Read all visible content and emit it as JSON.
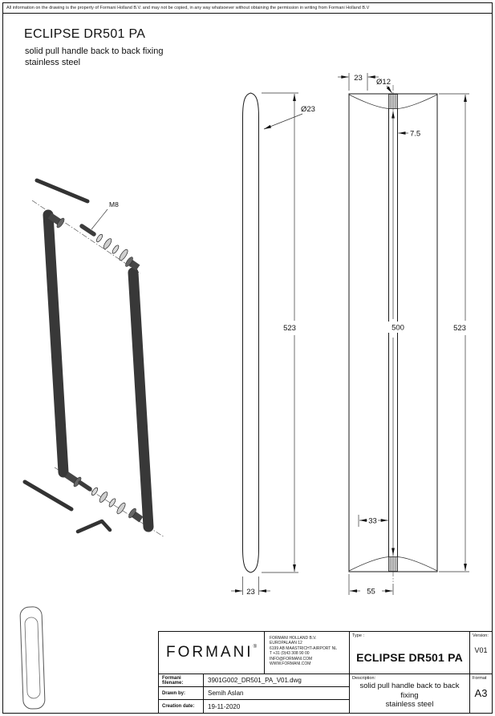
{
  "sheet": {
    "disclaimer": "All information on the drawing is the property of Formani Holland B.V. and may not be copied, in any way whatsoever without obtaining the permission in writing from Formani Holland B.V",
    "title": "ECLIPSE DR501 PA",
    "subtitle1": "solid pull handle back to back fixing",
    "subtitle2": "stainless steel"
  },
  "dims": {
    "m8": "M8",
    "side_dia": "Ø23",
    "side_len": "523",
    "side_width": "23",
    "front_tube": "23",
    "screw_dia": "Ø12",
    "screw_offset": "7.5",
    "hole_span": "500",
    "front_len": "523",
    "bottom_inner": "33",
    "bottom_width": "55"
  },
  "titleblock": {
    "logo": "FORMANI",
    "logo_mark": "®",
    "company": {
      "lines": [
        "FORMANI HOLLAND B.V.",
        "EUROPALAAN 12",
        "6199 AB MAASTRICHT-AIRPORT NL",
        "T +31 (0)43 308 90 00",
        "INFO@FORMANI.COM",
        "WWW.FORMANI.COM"
      ]
    },
    "type_label": "Type :",
    "type_value": "ECLIPSE DR501 PA",
    "version_label": "Version:",
    "version_value": "V01",
    "filename_label": "Formani filename:",
    "filename_value": "3901G002_DR501_PA_V01.dwg",
    "drawnby_label": "Drawn by:",
    "drawnby_value": "Semih Aslan",
    "date_label": "Creation date:",
    "date_value": "19-11-2020",
    "desc_label": "Description:",
    "desc_line1": "solid pull handle back to back",
    "desc_line2": "fixing",
    "desc_line3": "stainless steel",
    "format_label": "Format",
    "format_value": "A3"
  }
}
